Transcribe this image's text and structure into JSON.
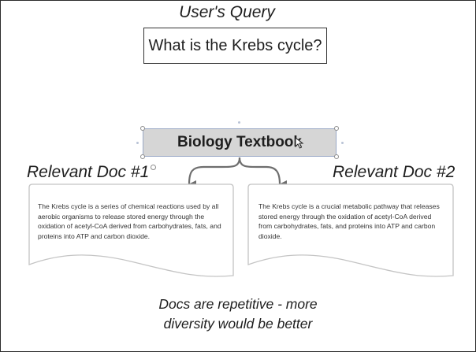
{
  "query": {
    "heading": "User's Query",
    "text": "What is the Krebs cycle?"
  },
  "source": {
    "label": "Biology Textbook"
  },
  "docs": [
    {
      "heading": "Relevant Doc #1",
      "text": "The Krebs cycle is a series of chemical reactions used by all aerobic organisms to release stored energy through the oxidation of acetyl-CoA derived from carbohydrates, fats, and proteins into ATP and carbon dioxide."
    },
    {
      "heading": "Relevant Doc #2",
      "text": "The Krebs cycle is a crucial metabolic pathway that releases stored energy through the oxidation of acetyl-CoA derived from carbohydrates, fats, and proteins into ATP and carbon dioxide."
    }
  ],
  "note": {
    "line1": "Docs are repetitive - more",
    "line2": "diversity would be better"
  },
  "colors": {
    "source_fill": "#d6d6d6",
    "arrow": "#6e6e6e",
    "doc_outline": "#c4c4c4"
  }
}
